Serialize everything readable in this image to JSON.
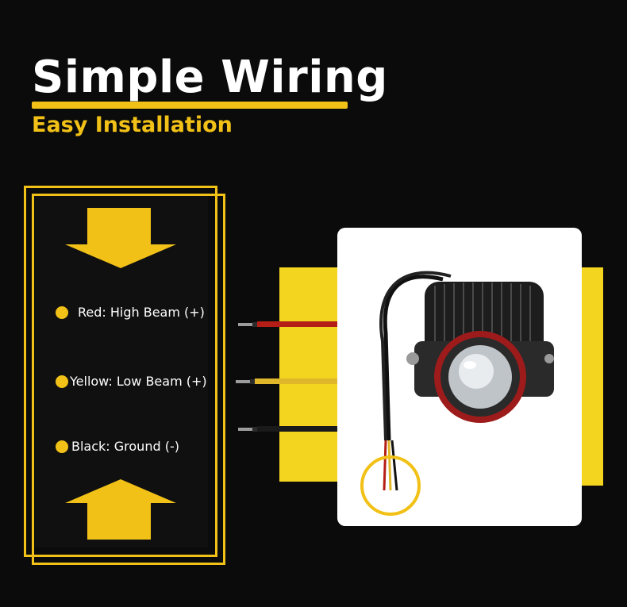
{
  "heading": {
    "title": "Simple Wiring",
    "subtitle": "Easy Installation"
  },
  "legend": {
    "items": [
      {
        "label": "Red: High Beam (+)",
        "wire_color": "#b51e17"
      },
      {
        "label": "Yellow: Low Beam (+)",
        "wire_color": "#e0b62a"
      },
      {
        "label": "Black: Ground (-)",
        "wire_color": "#1a1a1a"
      }
    ],
    "arrow_top_icon": "arrow-down-icon",
    "arrow_bottom_icon": "arrow-up-icon"
  },
  "product": {
    "image_icon": "led-projector-lamp-icon",
    "connector_icon": "wire-connector-highlight-icon"
  },
  "colors": {
    "background": "#0b0b0b",
    "accent": "#f2c117",
    "panel_yellow": "#f3d41f",
    "panel_white": "#ffffff",
    "title_text": "#ffffff"
  }
}
